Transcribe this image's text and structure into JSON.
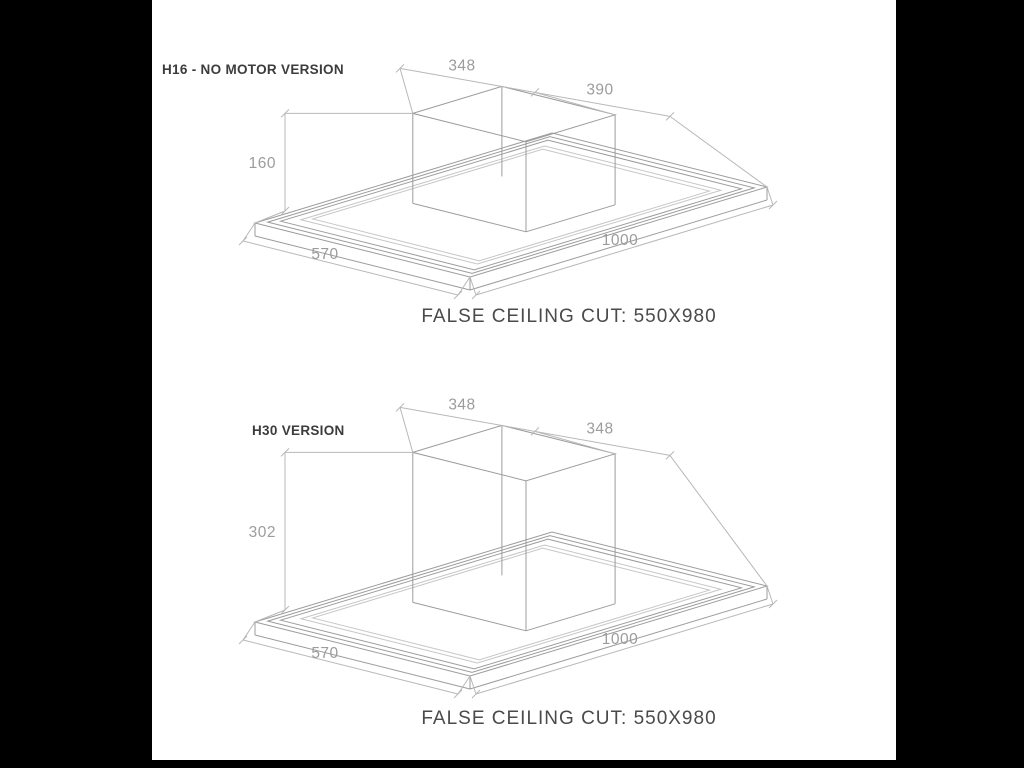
{
  "colors": {
    "frame": "#000000",
    "background": "#ffffff",
    "drawing_line": "#9c9c9c",
    "dimension_line": "#b8b8b8",
    "title_text": "#3c3c3c",
    "caption_text": "#4a4a4a"
  },
  "diagrams": [
    {
      "title": "H16 - NO MOTOR VERSION",
      "caption": "FALSE CEILING CUT: 550X980",
      "dims": {
        "top_left": "348",
        "top_right": "390",
        "height": "160",
        "depth": "570",
        "width": "1000"
      }
    },
    {
      "title": "H30 VERSION",
      "caption": "FALSE CEILING CUT: 550X980",
      "dims": {
        "top_left": "348",
        "top_right": "348",
        "height": "302",
        "depth": "570",
        "width": "1000"
      }
    }
  ]
}
